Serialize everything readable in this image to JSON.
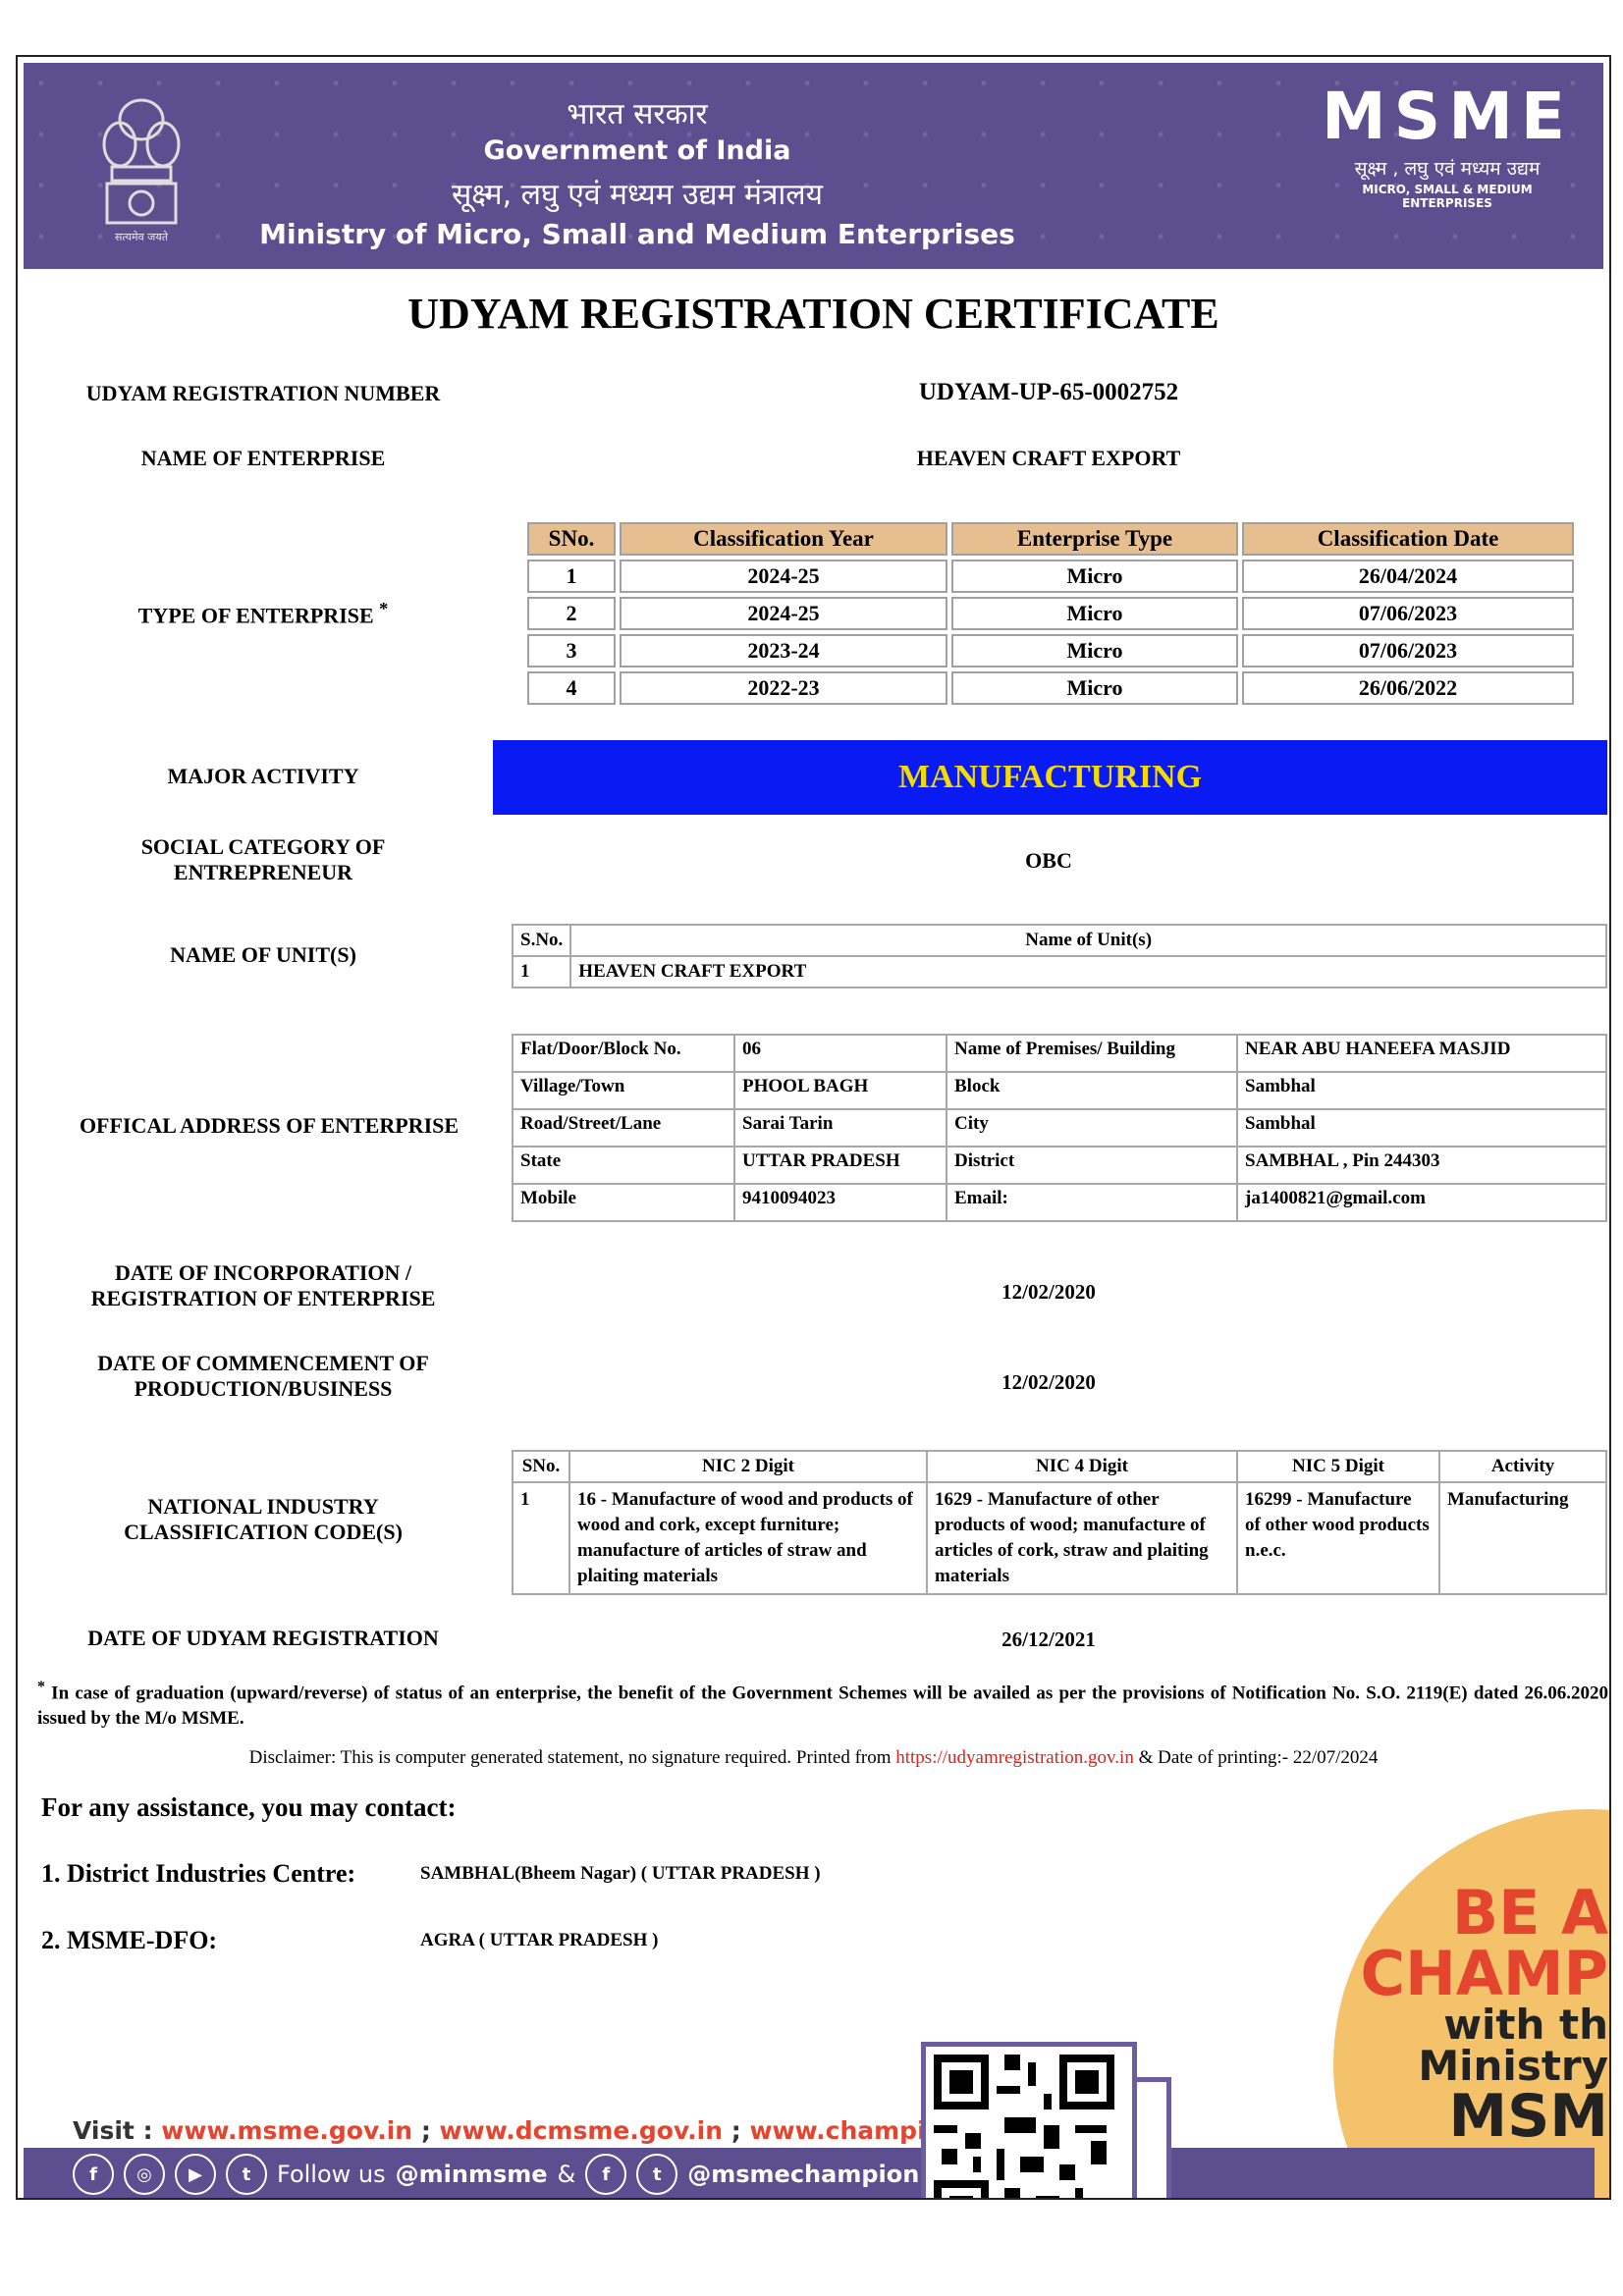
{
  "header": {
    "hindi_govt": "भारत सरकार",
    "govt": "Government of India",
    "hindi_ministry": "सूक्ष्म, लघु एवं मध्यम उद्यम मंत्रालय",
    "ministry": "Ministry of Micro, Small and Medium Enterprises",
    "emblem_caption": "सत्यमेव जयते",
    "logo_text": "MSME",
    "logo_hindi": "सूक्ष्म , लघु एवं मध्यम उद्यम",
    "logo_english": "MICRO, SMALL & MEDIUM ENTERPRISES"
  },
  "title": "UDYAM REGISTRATION CERTIFICATE",
  "reg_number_label": "UDYAM REGISTRATION NUMBER",
  "reg_number": "UDYAM-UP-65-0002752",
  "enterprise_name_label": "NAME OF ENTERPRISE",
  "enterprise_name": "HEAVEN CRAFT EXPORT",
  "type_label": "TYPE OF ENTERPRISE",
  "type_star": "*",
  "type_table": {
    "headers": [
      "SNo.",
      "Classification Year",
      "Enterprise Type",
      "Classification Date"
    ],
    "rows": [
      [
        "1",
        "2024-25",
        "Micro",
        "26/04/2024"
      ],
      [
        "2",
        "2024-25",
        "Micro",
        "07/06/2023"
      ],
      [
        "3",
        "2023-24",
        "Micro",
        "07/06/2023"
      ],
      [
        "4",
        "2022-23",
        "Micro",
        "26/06/2022"
      ]
    ]
  },
  "major_activity_label": "MAJOR ACTIVITY",
  "major_activity": "MANUFACTURING",
  "social_category_label_1": "SOCIAL CATEGORY OF",
  "social_category_label_2": "ENTREPRENEUR",
  "social_category": "OBC",
  "units_label": "NAME OF UNIT(S)",
  "units_table": {
    "headers": [
      "S.No.",
      "Name of Unit(s)"
    ],
    "rows": [
      [
        "1",
        "HEAVEN CRAFT EXPORT"
      ]
    ]
  },
  "address_label": "OFFICAL ADDRESS OF ENTERPRISE",
  "address_table": [
    [
      "Flat/Door/Block No.",
      "06",
      "Name of Premises/ Building",
      "NEAR ABU HANEEFA MASJID"
    ],
    [
      "Village/Town",
      "PHOOL BAGH",
      "Block",
      "Sambhal"
    ],
    [
      "Road/Street/Lane",
      "Sarai Tarin",
      "City",
      "Sambhal"
    ],
    [
      "State",
      "UTTAR PRADESH",
      "District",
      "SAMBHAL , Pin 244303"
    ],
    [
      "Mobile",
      "9410094023",
      "Email:",
      "ja1400821@gmail.com"
    ]
  ],
  "incorp_label_1": "DATE OF INCORPORATION /",
  "incorp_label_2": "REGISTRATION OF ENTERPRISE",
  "incorp_date": "12/02/2020",
  "commence_label_1": "DATE OF COMMENCEMENT OF",
  "commence_label_2": "PRODUCTION/BUSINESS",
  "commence_date": "12/02/2020",
  "nic_label_1": "NATIONAL INDUSTRY",
  "nic_label_2": "CLASSIFICATION CODE(S)",
  "nic_table": {
    "headers": [
      "SNo.",
      "NIC 2 Digit",
      "NIC 4 Digit",
      "NIC 5 Digit",
      "Activity"
    ],
    "rows": [
      [
        "1",
        "16 - Manufacture of wood and products of wood and cork, except furniture; manufacture of articles of straw and plaiting materials",
        "1629 - Manufacture of other products of wood; manufacture of articles of cork, straw and plaiting materials",
        "16299 - Manufacture of other wood products n.e.c.",
        "Manufacturing"
      ]
    ]
  },
  "udyam_date_label": "DATE OF UDYAM REGISTRATION",
  "udyam_date": "26/12/2021",
  "note_star": "*",
  "note": "In case of graduation (upward/reverse) of status of an enterprise, the benefit of the Government Schemes will be availed as per the provisions of Notification No. S.O. 2119(E) dated    26.06.2020 issued by the M/o MSME.",
  "disclaimer_pre": "Disclaimer: This is computer generated statement, no signature required. Printed from ",
  "disclaimer_link": "https://udyamregistration.gov.in",
  "disclaimer_post": " & Date of printing:- 22/07/2024",
  "contact_heading": "For any assistance, you may contact:",
  "contact_1_label": "1. District Industries Centre:",
  "contact_1_value": "SAMBHAL(Bheem Nagar) ( UTTAR PRADESH )",
  "contact_2_label": "2. MSME-DFO:",
  "contact_2_value": "AGRA ( UTTAR PRADESH )",
  "champion_1": "BE A",
  "champion_2": "CHAMP",
  "champion_3": "with th",
  "champion_4": "Ministry",
  "champion_5": "MSM",
  "visit_prefix": "Visit : ",
  "visit_1": "www.msme.gov.in",
  "visit_2": "www.dcmsme.gov.in",
  "visit_3": "www.champions.g",
  "visit_sep": " ; ",
  "follow_text": "Follow us",
  "handle_1": "@minmsme",
  "amp": "&",
  "handle_2": "@msmechampion"
}
